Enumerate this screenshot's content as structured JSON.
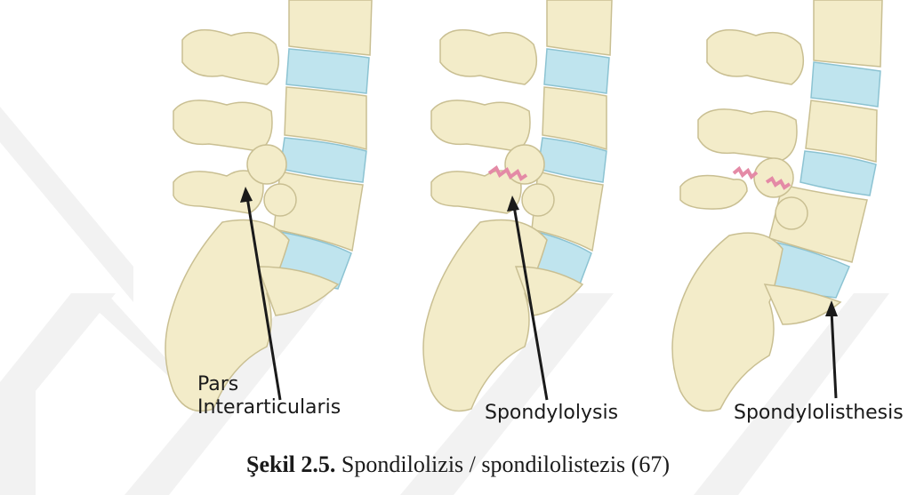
{
  "panels": [
    {
      "label": "Pars\nInterarticularis"
    },
    {
      "label": "Spondylolysis"
    },
    {
      "label": "Spondylolisthesis"
    }
  ],
  "caption": {
    "figure_number": "Şekil 2.5.",
    "text": " Spondilolizis / spondilolistezis (67)"
  },
  "colors": {
    "bone": "#f3ecc9",
    "bone_outline": "#c9bf92",
    "disc": "#bfe4ee",
    "disc_outline": "#8cc3d2",
    "fracture": "#e48aa6",
    "arrow": "#1a1a1a",
    "watermark": "#f1f1f1"
  }
}
